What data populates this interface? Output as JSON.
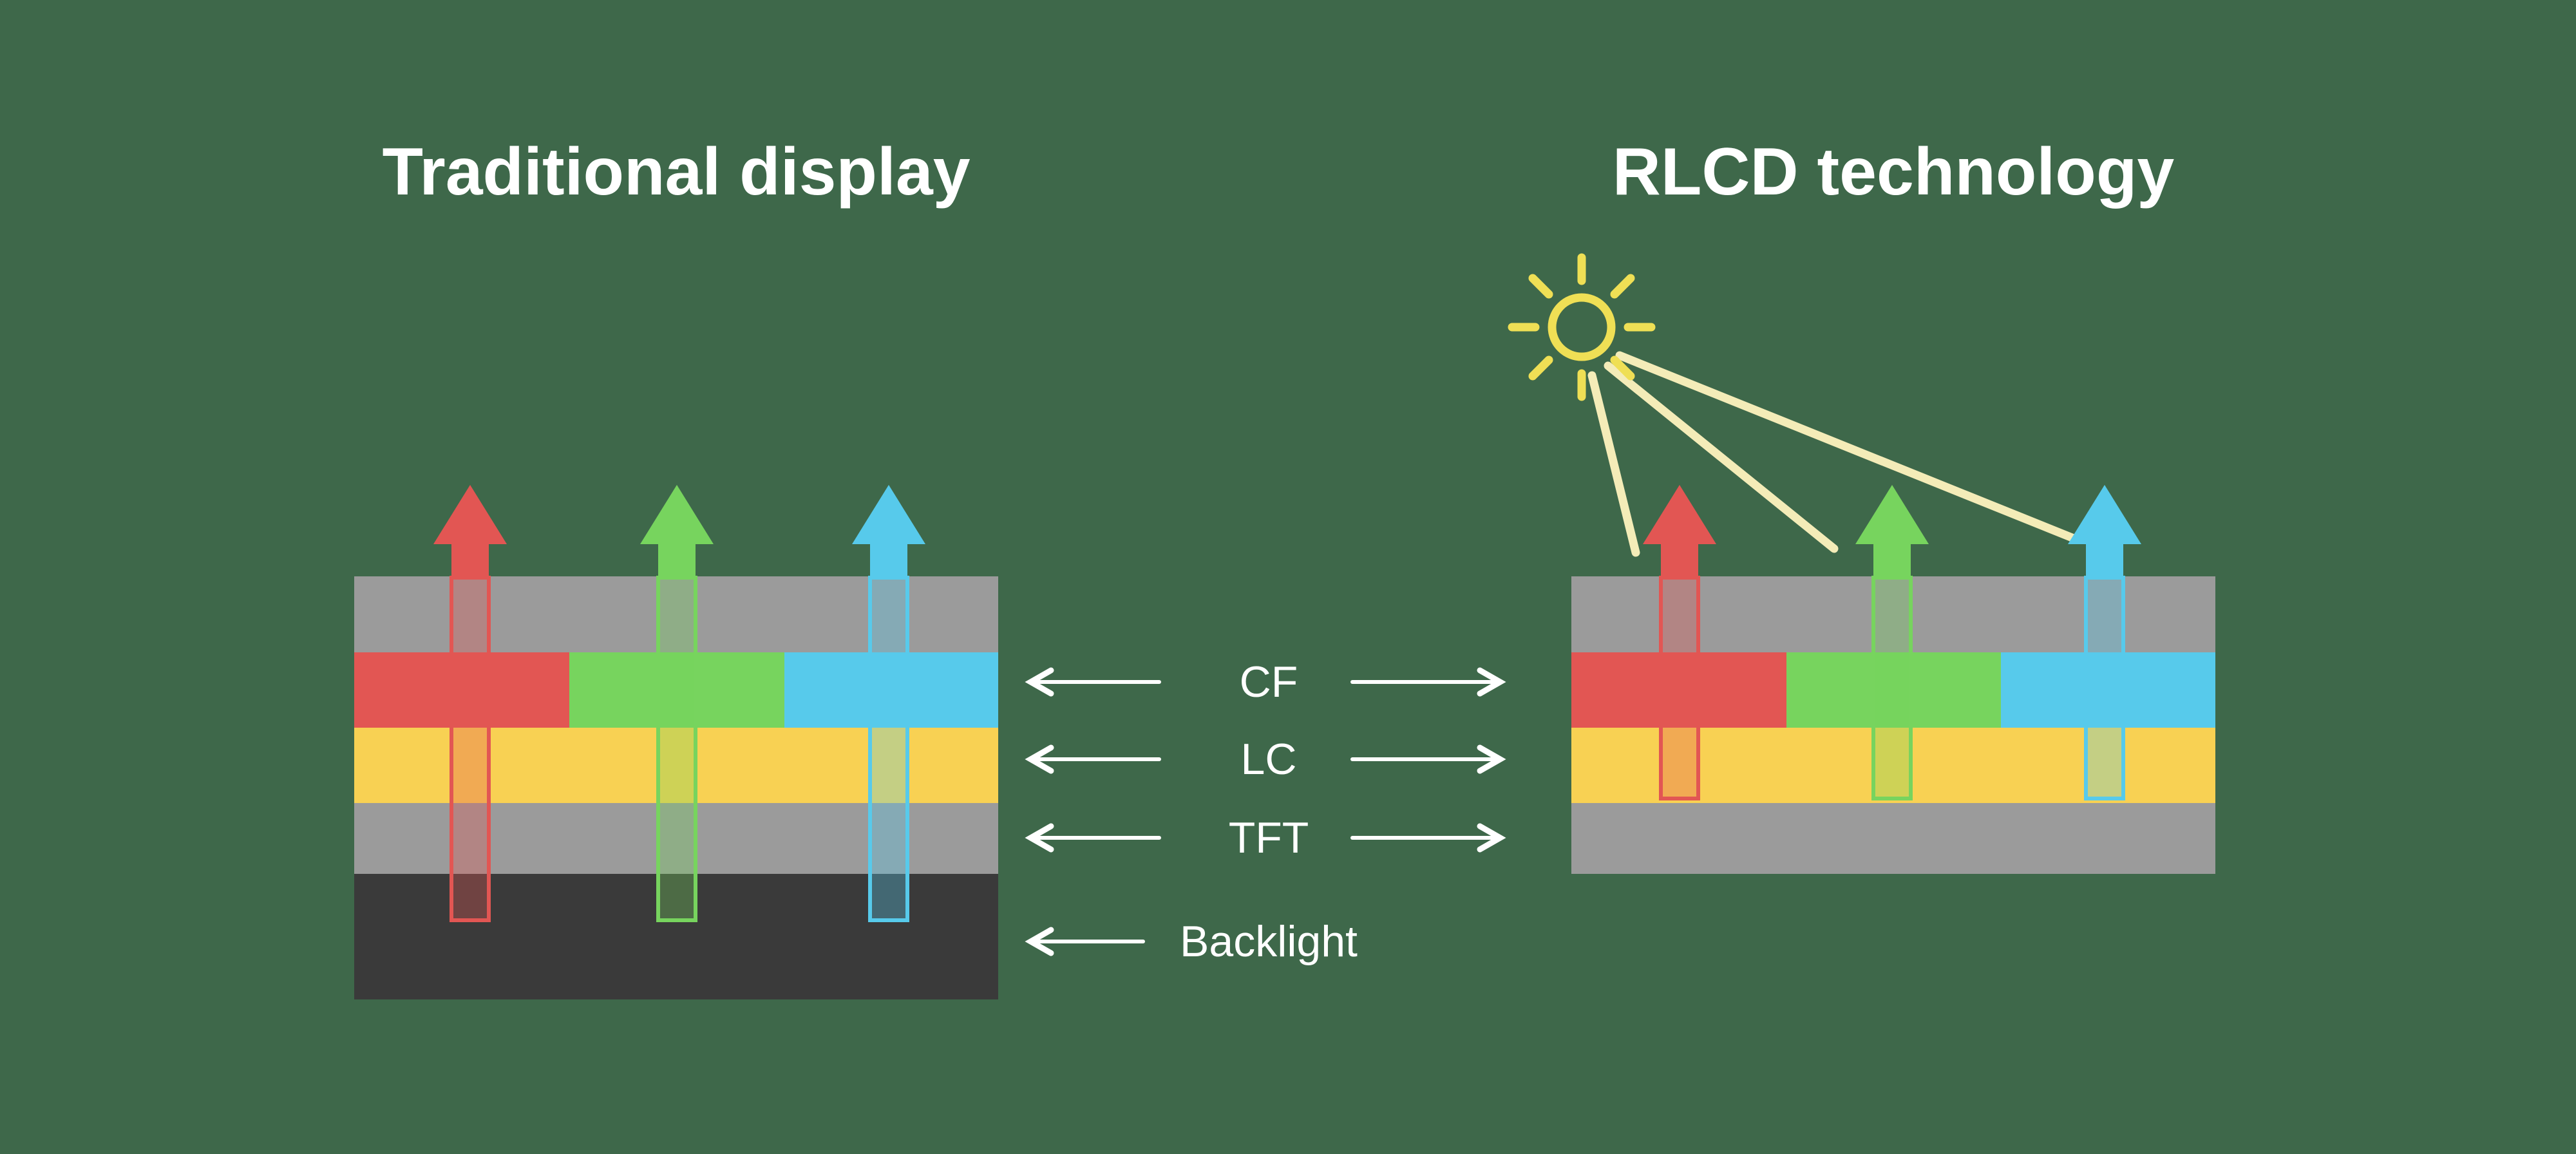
{
  "titles": {
    "left": "Traditional display",
    "right": "RLCD technology"
  },
  "legend": {
    "items": [
      {
        "label": "CF"
      },
      {
        "label": "LC"
      },
      {
        "label": "TFT"
      },
      {
        "label": "Backlight"
      }
    ]
  },
  "icons": {
    "sun": "sun-icon"
  },
  "colors": {
    "background": "#3E684A",
    "text": "#FFFFFF",
    "layer-gray": "#9B9B9B",
    "backlight-dark": "#3A3A3A",
    "red": "#E25653",
    "green": "#77D45E",
    "cyan": "#57CAEB",
    "yellow": "#F8D153",
    "sun": "#EFDF55",
    "beam": "#F4ECB8"
  }
}
